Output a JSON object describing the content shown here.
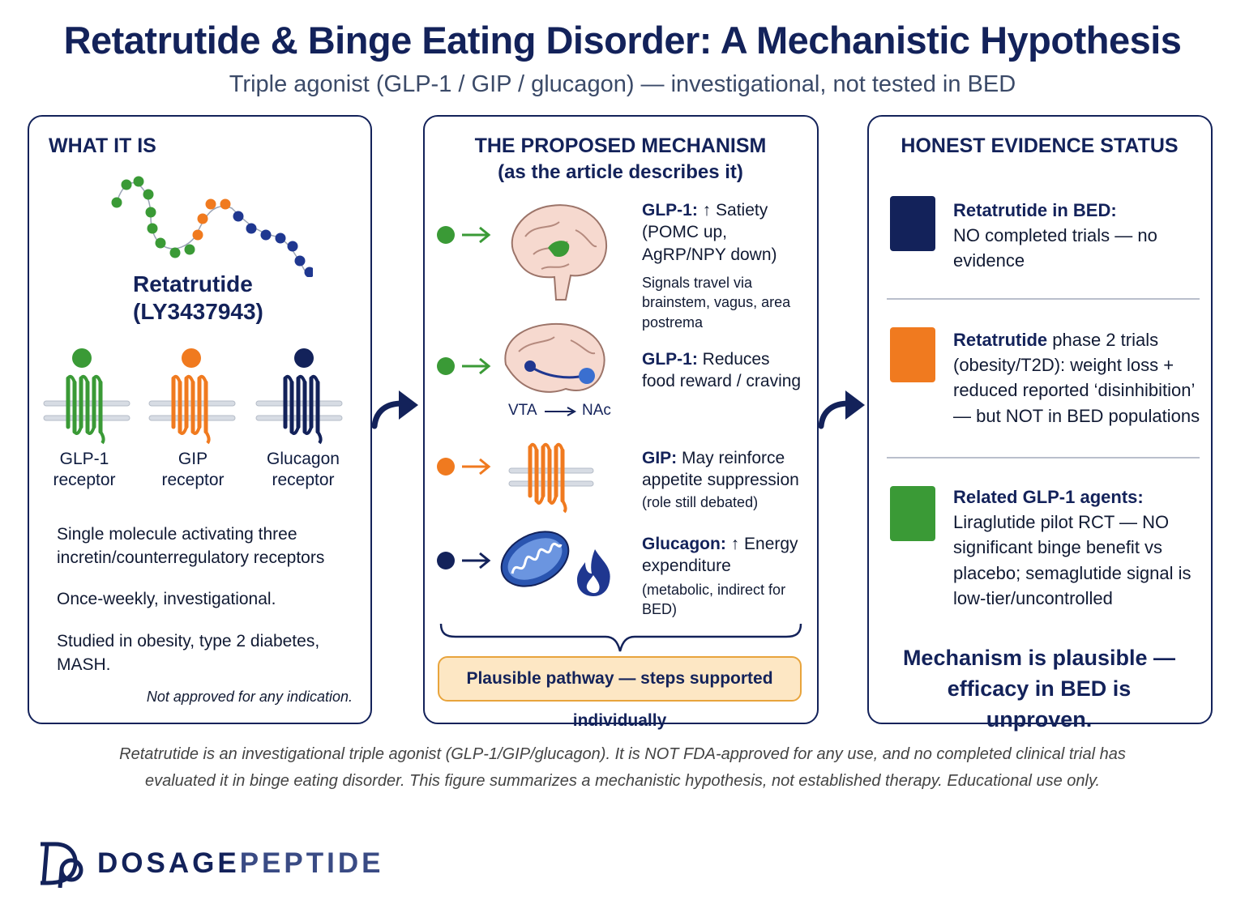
{
  "header": {
    "title": "Retatrutide & Binge Eating Disorder: A Mechanistic Hypothesis",
    "subtitle": "Triple agonist (GLP-1 / GIP / glucagon) — investigational, not tested in BED"
  },
  "colors": {
    "navy": "#13225a",
    "green": "#3a9a36",
    "orange": "#f07a1f",
    "callout_fill": "#fde7c4",
    "callout_border": "#e8a43c"
  },
  "what_it_is": {
    "heading": "WHAT IT IS",
    "molecule_name": "Retatrutide",
    "molecule_code": "(LY3437943)",
    "receptors": [
      {
        "line1": "GLP-1",
        "line2": "receptor",
        "color": "#3a9a36"
      },
      {
        "line1": "GIP",
        "line2": "receptor",
        "color": "#f07a1f"
      },
      {
        "line1": "Glucagon",
        "line2": "receptor",
        "color": "#13225a"
      }
    ],
    "desc1": "Single molecule activating three incretin/counterregulatory receptors",
    "desc2": "Once-weekly, investigational.",
    "desc3": "Studied in obesity, type 2 diabetes, MASH.",
    "note": "Not approved for any indication."
  },
  "mechanism": {
    "heading1": "THE PROPOSED MECHANISM",
    "heading2": "(as the article describes it)",
    "steps": [
      {
        "lead": "GLP-1:",
        "text": " ↑ Satiety (POMC up, AgRP/NPY down)",
        "sub": "Signals travel via brainstem, vagus, area postrema"
      },
      {
        "lead": "GLP-1:",
        "text": " Reduces food reward / craving",
        "sub": ""
      },
      {
        "lead": "GIP:",
        "text": " May reinforce appetite suppression",
        "sub": "(role still debated)"
      },
      {
        "lead": "Glucagon:",
        "text": " ↑ Energy expenditure",
        "sub": "(metabolic, indirect for BED)"
      }
    ],
    "vta": "VTA",
    "nac": "NAc",
    "callout": "Plausible pathway — steps supported individually"
  },
  "evidence": {
    "heading": "HONEST EVIDENCE STATUS",
    "items": [
      {
        "lead": "Retatrutide in BED:",
        "text": "NO completed trials — no evidence",
        "color": "#13225a"
      },
      {
        "lead": "Retatrutide",
        "text": " phase 2 trials (obesity/T2D): weight loss + reduced reported ‘disinhibition’ — but NOT in BED populations",
        "color": "#f07a1f"
      },
      {
        "lead": "Related GLP-1 agents:",
        "text": "Liraglutide pilot RCT — NO significant binge benefit vs placebo; semaglutide signal is low-tier/uncontrolled",
        "color": "#3a9a36"
      }
    ],
    "conclusion": "Mechanism is plausible — efficacy in BED is unproven."
  },
  "footer": {
    "line1": "Retatrutide is an investigational triple agonist (GLP-1/GIP/glucagon). It is NOT FDA-approved for any use, and no completed clinical trial has",
    "line2": "evaluated it in binge eating disorder. This figure summarizes a mechanistic hypothesis, not established therapy. Educational use only."
  },
  "brand": {
    "word1": "DOSAGE",
    "word2": "PEPTIDE",
    "color1": "#13225a",
    "color2": "#3a4b84"
  }
}
